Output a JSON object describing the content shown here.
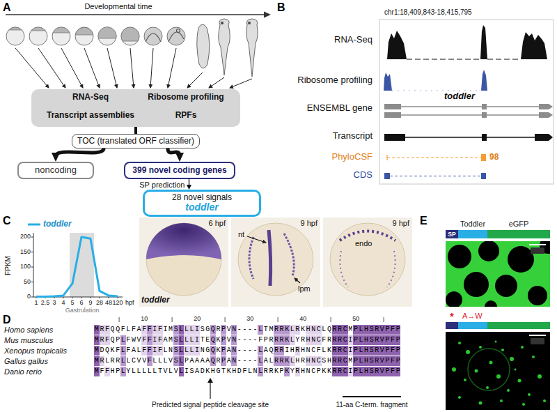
{
  "diagram": {
    "nodes": [
      {
        "text": [
          "RNA-Seq",
          "Transcript assemblies",
          "Ribosome profiling",
          "RPFs"
        ]
      },
      {
        "text": [
          "TOC (translated ORF classifier)"
        ]
      },
      {
        "text": [
          "noncoding"
        ]
      },
      {
        "text": [
          "399 novel coding genes"
        ]
      },
      {
        "text": [
          "28 novel signals",
          "toddler"
        ]
      },
      {
        "text": [
          "SP"
        ]
      },
      {
        "text": [
          "Toddler"
        ]
      },
      {
        "text": [
          "eGFP"
        ]
      }
    ],
    "edges": [
      {
        "from": 0,
        "to": 1,
        "arrow": "none"
      },
      {
        "from": 1,
        "to": 2,
        "arrow": "to"
      },
      {
        "from": 1,
        "to": 3,
        "arrow": "to"
      },
      {
        "from": 3,
        "to": 4,
        "arrow": "to",
        "label": "SP prediction"
      }
    ],
    "labels": [
      "A",
      "Developmental time",
      "B",
      "chr1:18,409,843-18,415,795",
      "RNA-Seq",
      "Ribosome profiling",
      "ENSEMBL gene",
      "toddler",
      "Transcript",
      "PhyloCSF",
      "98",
      "CDS",
      "C",
      "FPKM",
      "0",
      "50",
      "100",
      "150",
      "200",
      "1",
      "2.5",
      "3",
      "4",
      "5",
      "6",
      "9",
      "28",
      "48",
      "120",
      "hpf",
      "Gastrulation",
      "6 hpf",
      "9 hpf",
      "nt",
      "lpm",
      "9 hpf",
      "endo",
      "toddler",
      "D",
      "10",
      "20",
      "30",
      "40",
      "50",
      "Homo sapiens",
      "Mus musculus",
      "Xenopus tropicalis",
      "Gallus gallus",
      "Danio rerio",
      "MRFQQFLFAFFIFIMSLLLISGQRPVN----LTMRRKLRKHNCLQRRCMPLHSRVPFP",
      "MRFQPLFWVFFIFAMSLLLITEQKPVN----FPRRRKLYRHNCFRRRCIPLHSRVPFP",
      "MDQKFLFALFFIFLNSLLLINGQKPAN----LAQRRIHRHNCFLKRRCIPLHSRVPFP",
      "MRLRRLLCVVFLLLVSLPAAAAQRPAN----LALRRKLHRHNCSHRRCMPLHSRVPFP",
      "MFFHPLYLLLLLTVLVLISADKHGTKHDFLNLRRKPKYRHNCPKKRRCIPLHSRVPFP",
      "Predicted signal peptide cleavage site",
      "11-aa C-term. fragment",
      "E",
      "*",
      "A→W"
    ],
    "legend": [
      {
        "text": "toddler"
      }
    ]
  }
}
